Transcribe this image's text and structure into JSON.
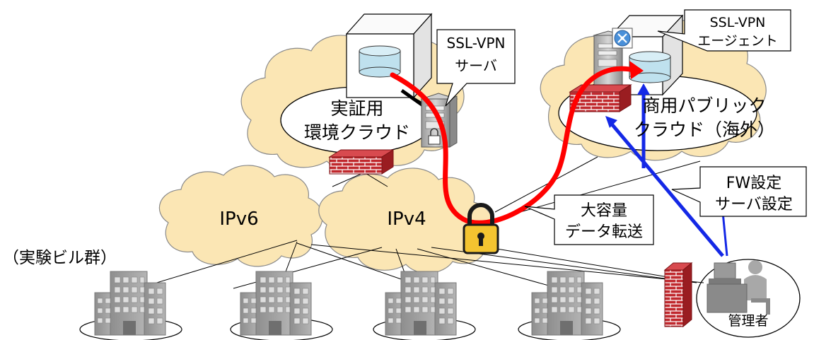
{
  "labels": {
    "ssl_vpn_server_1": "SSL-VPN",
    "ssl_vpn_server_2": "サーバ",
    "ssl_vpn_agent_1": "SSL-VPN",
    "ssl_vpn_agent_2": "エージェント",
    "demo_cloud_1": "実証用",
    "demo_cloud_2": "環境クラウド",
    "public_cloud_1": "商用パブリック",
    "public_cloud_2": "クラウド（海外）",
    "ipv6": "IPv6",
    "ipv4": "IPv4",
    "fw_setting_1": "FW設定",
    "fw_setting_2": "サーバ設定",
    "bulk_transfer_1": "大容量",
    "bulk_transfer_2": "データ転送",
    "buildings": "（実験ビル群）",
    "admin": "管理者"
  },
  "colors": {
    "cloud_fill": "#FBE6B4",
    "cloud_stroke": "#8A8A8A",
    "firewall": "#C0282D",
    "data_path": "#FF0000",
    "admin_path": "#1428E6",
    "building": "#A9A9A9",
    "lock_body": "#F4C430",
    "database": "#BFE1EE"
  },
  "icons": [
    "server-icon",
    "database-icon",
    "firewall-icon",
    "padlock-icon",
    "building-icon",
    "admin-person-icon",
    "fan-icon"
  ]
}
